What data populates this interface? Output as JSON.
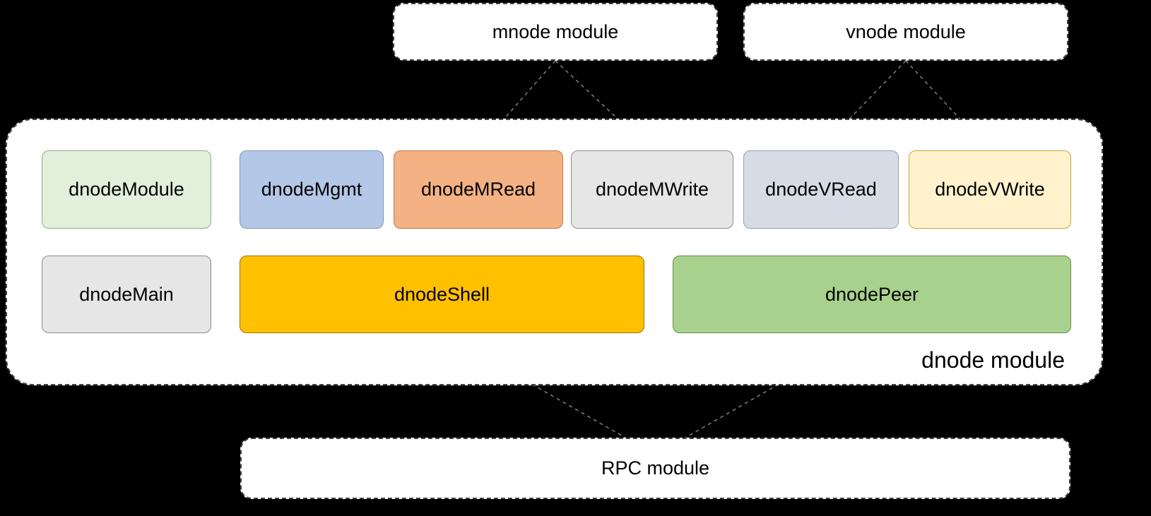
{
  "canvas": {
    "background": "#000000"
  },
  "top_modules": [
    {
      "label": "mnode module"
    },
    {
      "label": "vnode module"
    }
  ],
  "dnode": {
    "label": "dnode module",
    "row1": [
      {
        "label": "dnodeModule",
        "fill": "#E2EFDA",
        "border": "#8FAF87"
      },
      {
        "label": "dnodeMgmt",
        "fill": "#B4C7E7",
        "border": "#7F93B8"
      },
      {
        "label": "dnodeMRead",
        "fill": "#F4B183",
        "border": "#C07B3F"
      },
      {
        "label": "dnodeMWrite",
        "fill": "#E7E6E6",
        "border": "#8C8C8C"
      },
      {
        "label": "dnodeVRead",
        "fill": "#D6DCE5",
        "border": "#93A0B3"
      },
      {
        "label": "dnodeVWrite",
        "fill": "#FFF2CC",
        "border": "#C3A742"
      }
    ],
    "row2": [
      {
        "label": "dnodeMain",
        "fill": "#E7E6E6",
        "border": "#8C8C8C"
      },
      {
        "label": "dnodeShell",
        "fill": "#FFC000",
        "border": "#9A7200"
      },
      {
        "label": "dnodePeer",
        "fill": "#A9D18E",
        "border": "#5E8F3F"
      }
    ]
  },
  "bottom_module": {
    "label": "RPC module"
  },
  "connector_color": "#808080"
}
